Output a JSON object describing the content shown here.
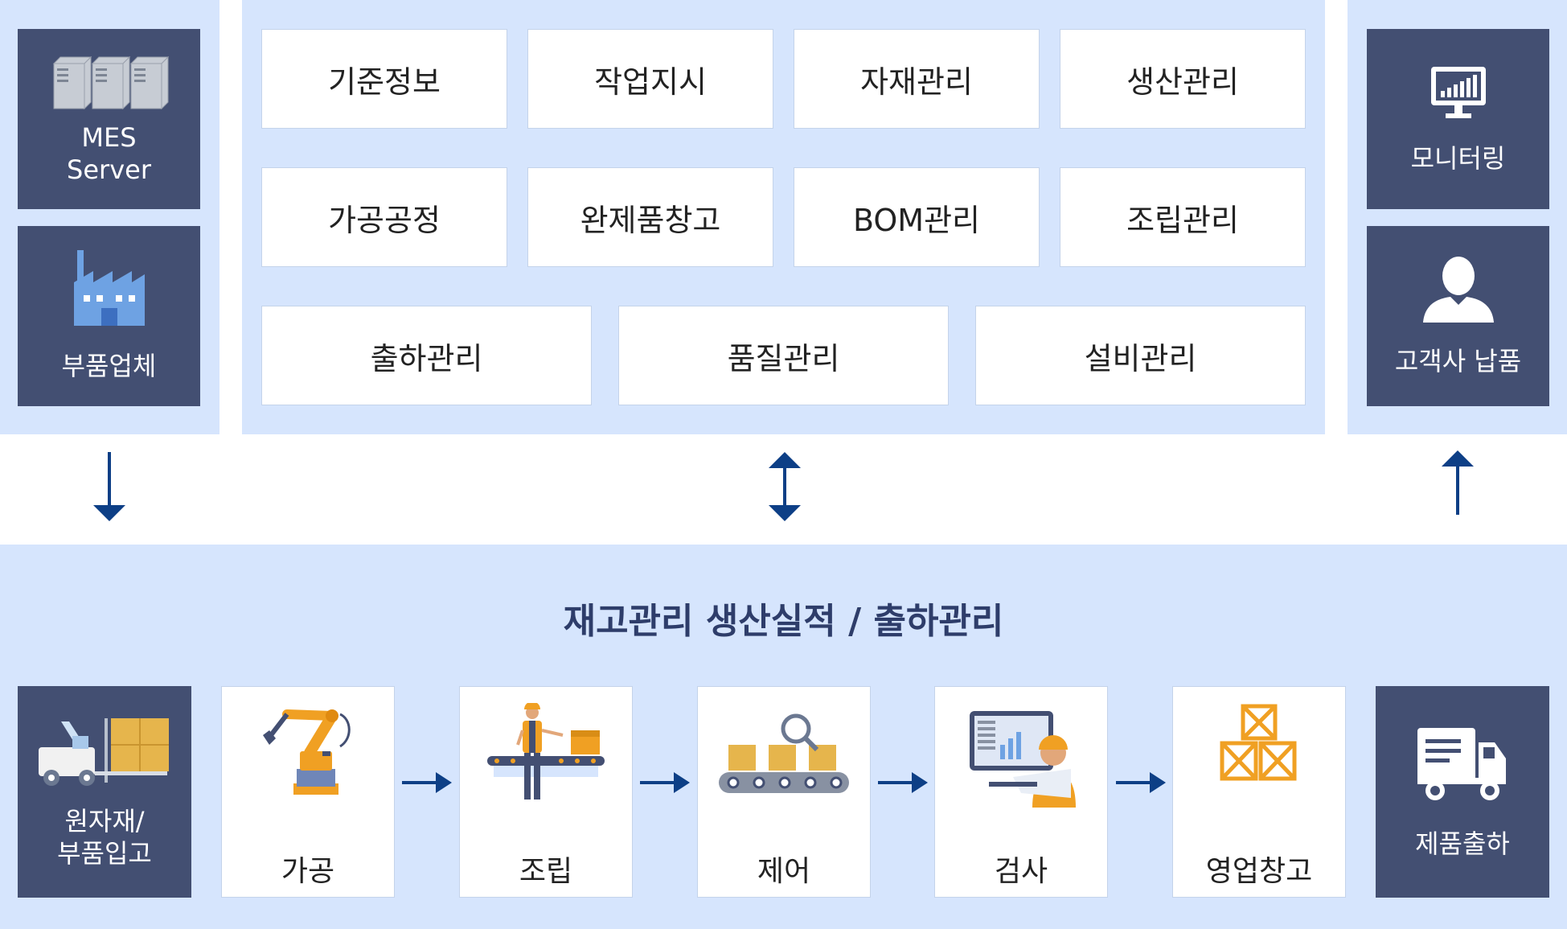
{
  "left_column": {
    "mes_server": {
      "label": "MES\nServer",
      "icon": "server-icon"
    },
    "supplier": {
      "label": "부품업체",
      "icon": "factory-icon"
    }
  },
  "modules": {
    "row1": [
      "기준정보",
      "작업지시",
      "자재관리",
      "생산관리"
    ],
    "row2": [
      "가공공정",
      "완제품창고",
      "BOM관리",
      "조립관리"
    ],
    "row3": [
      "출하관리",
      "품질관리",
      "설비관리"
    ]
  },
  "right_column": {
    "monitoring": {
      "label": "모니터링",
      "icon": "monitor-icon"
    },
    "customer_delivery": {
      "label": "고객사 납품",
      "icon": "user-icon"
    }
  },
  "flow": {
    "title": "재고관리 생산실적 / 출하관리",
    "start": {
      "label": "원자재/\n부품입고",
      "icon": "forklift-icon"
    },
    "steps": [
      {
        "label": "가공",
        "icon": "robot-arm-icon"
      },
      {
        "label": "조립",
        "icon": "worker-conveyor-icon"
      },
      {
        "label": "제어",
        "icon": "conveyor-inspect-icon"
      },
      {
        "label": "검사",
        "icon": "inspector-monitor-icon"
      },
      {
        "label": "영업창고",
        "icon": "crates-icon"
      }
    ],
    "end": {
      "label": "제품출하",
      "icon": "truck-icon"
    }
  },
  "colors": {
    "panel": "#d6e5fd",
    "dark_box": "#434f72",
    "arrow": "#0d3f86",
    "accent_orange": "#f0a023"
  }
}
